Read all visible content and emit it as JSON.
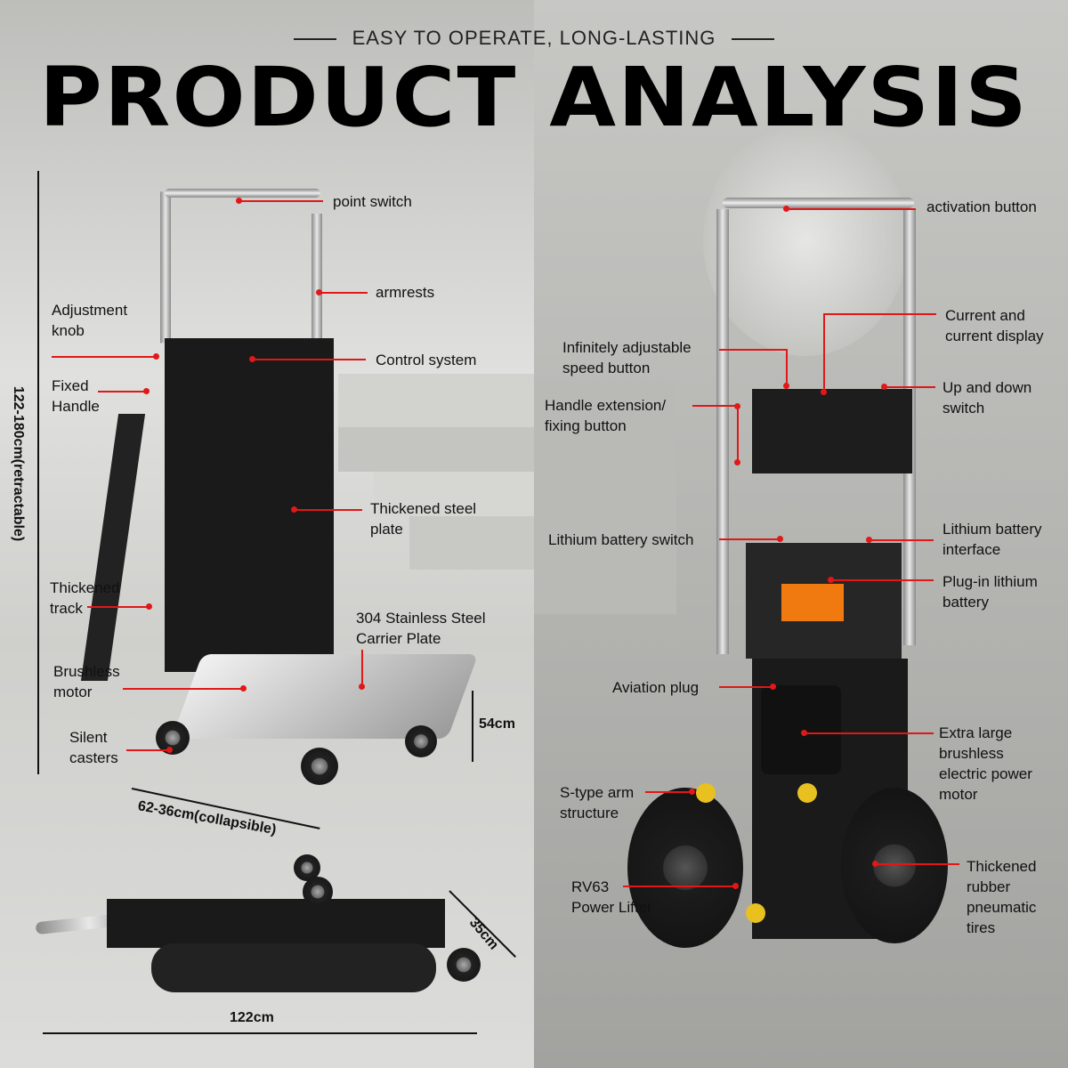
{
  "header": {
    "subtitle": "EASY TO OPERATE, LONG-LASTING",
    "title": "PRODUCT ANALYSIS"
  },
  "left_labels": {
    "point_switch": "point switch",
    "armrests": "armrests",
    "adjustment_knob": "Adjustment\nknob",
    "control_system": "Control system",
    "fixed_handle": "Fixed\nHandle",
    "thickened_steel_plate": "Thickened steel\nplate",
    "thickened_track": "Thickened\ntrack",
    "carrier_plate": "304 Stainless Steel\nCarrier Plate",
    "brushless_motor": "Brushless\nmotor",
    "silent_casters": "Silent\ncasters"
  },
  "dimensions": {
    "height": "122-180cm(retractable)",
    "width": "62-36cm(collapsible)",
    "depth": "54cm",
    "folded_width": "35cm",
    "folded_length": "122cm"
  },
  "right_labels": {
    "activation_button": "activation button",
    "current_display": "Current and\ncurrent display",
    "speed_button": "Infinitely adjustable\nspeed button",
    "up_down_switch": "Up and down\nswitch",
    "handle_extension": "Handle extension/\nfixing button",
    "battery_switch": "Lithium battery switch",
    "battery_interface": "Lithium battery\ninterface",
    "plugin_battery": "Plug-in lithium\nbattery",
    "aviation_plug": "Aviation plug",
    "power_motor": "Extra large\nbrushless\nelectric power\nmotor",
    "s_type_arm": "S-type arm\nstructure",
    "power_lifter": "RV63\nPower Lifter",
    "pneumatic_tires": "Thickened\nrubber\npneumatic\ntires"
  },
  "colors": {
    "accent": "#e01818",
    "title": "#000000"
  }
}
